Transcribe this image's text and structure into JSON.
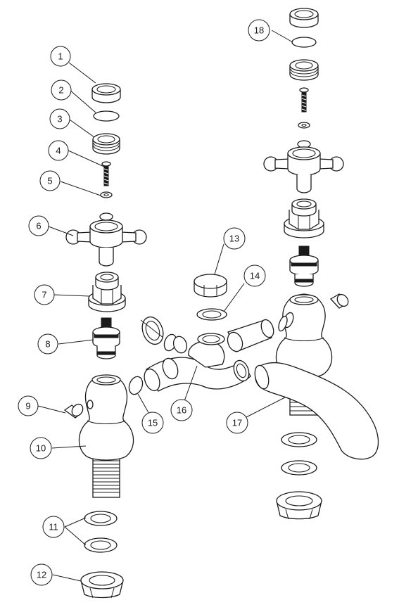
{
  "diagram": {
    "parts": [
      {
        "id": "1",
        "label": "1"
      },
      {
        "id": "2",
        "label": "2"
      },
      {
        "id": "3",
        "label": "3"
      },
      {
        "id": "4",
        "label": "4"
      },
      {
        "id": "5",
        "label": "5"
      },
      {
        "id": "6",
        "label": "6"
      },
      {
        "id": "7",
        "label": "7"
      },
      {
        "id": "8",
        "label": "8"
      },
      {
        "id": "9",
        "label": "9"
      },
      {
        "id": "10",
        "label": "10"
      },
      {
        "id": "11",
        "label": "11"
      },
      {
        "id": "12",
        "label": "12"
      },
      {
        "id": "13",
        "label": "13"
      },
      {
        "id": "14",
        "label": "14"
      },
      {
        "id": "15",
        "label": "15"
      },
      {
        "id": "16",
        "label": "16"
      },
      {
        "id": "17",
        "label": "17"
      },
      {
        "id": "18",
        "label": "18"
      }
    ]
  }
}
